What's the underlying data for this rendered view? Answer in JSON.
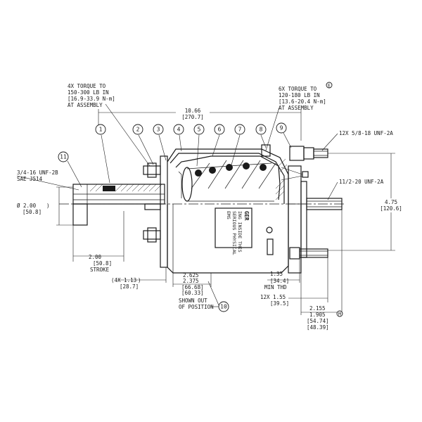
{
  "torque_notes": {
    "left": [
      "4X TORQUE TO",
      "150-300 LB IN",
      "[16.9-33.9 N-m]",
      "AT ASSEMBLY"
    ],
    "right": [
      "6X TORQUE TO",
      "120-180 LB IN",
      "[13.6-20.4 N-m]",
      "AT ASSEMBLY"
    ],
    "right_symbol": "E"
  },
  "balloons": [
    "1",
    "2",
    "3",
    "4",
    "5",
    "6",
    "7",
    "8",
    "9",
    "10",
    "11"
  ],
  "dimensions": {
    "overall_length": "10.66",
    "overall_length_mm": "[270.7]",
    "rod_thread_1": "12X 5/8-18 UNF-2A",
    "rod_thread_2": "11/2-20 UNF-2A",
    "height": "4.75",
    "height_mm": "[120.6]",
    "port_thread": "3/4-16 UNF-2B",
    "port_std": "SAE J514",
    "dia": "Ø 2.00",
    "dia_mm": "[50.8]",
    "stroke": "2.00",
    "stroke_mm": "[50.8]",
    "stroke_label": "STROKE",
    "d113": "(4X 1.13",
    "d113_mm": "[28.7]",
    "d2625": "2.625",
    "d2375": "2.375",
    "d2625_mm": "[66.68]",
    "d2375_mm": "[60.33]",
    "d135": "1.35",
    "d135_mm": "[34.4]",
    "d135_label": "MIN THD",
    "d155": "12X 1.55",
    "d155_mm": "[39.5]",
    "d2155": "2.155",
    "d1905": "1.905",
    "d2155_mm": "[54.74]",
    "d1905_mm": "[48.39]",
    "shown_out": [
      "SHOWN OUT",
      "OF POSITION"
    ],
    "datum": "M"
  },
  "label_plate": [
    "GER",
    "ING INSIDE THIS",
    "SERIOUS PHYSICAL",
    "EMS"
  ]
}
